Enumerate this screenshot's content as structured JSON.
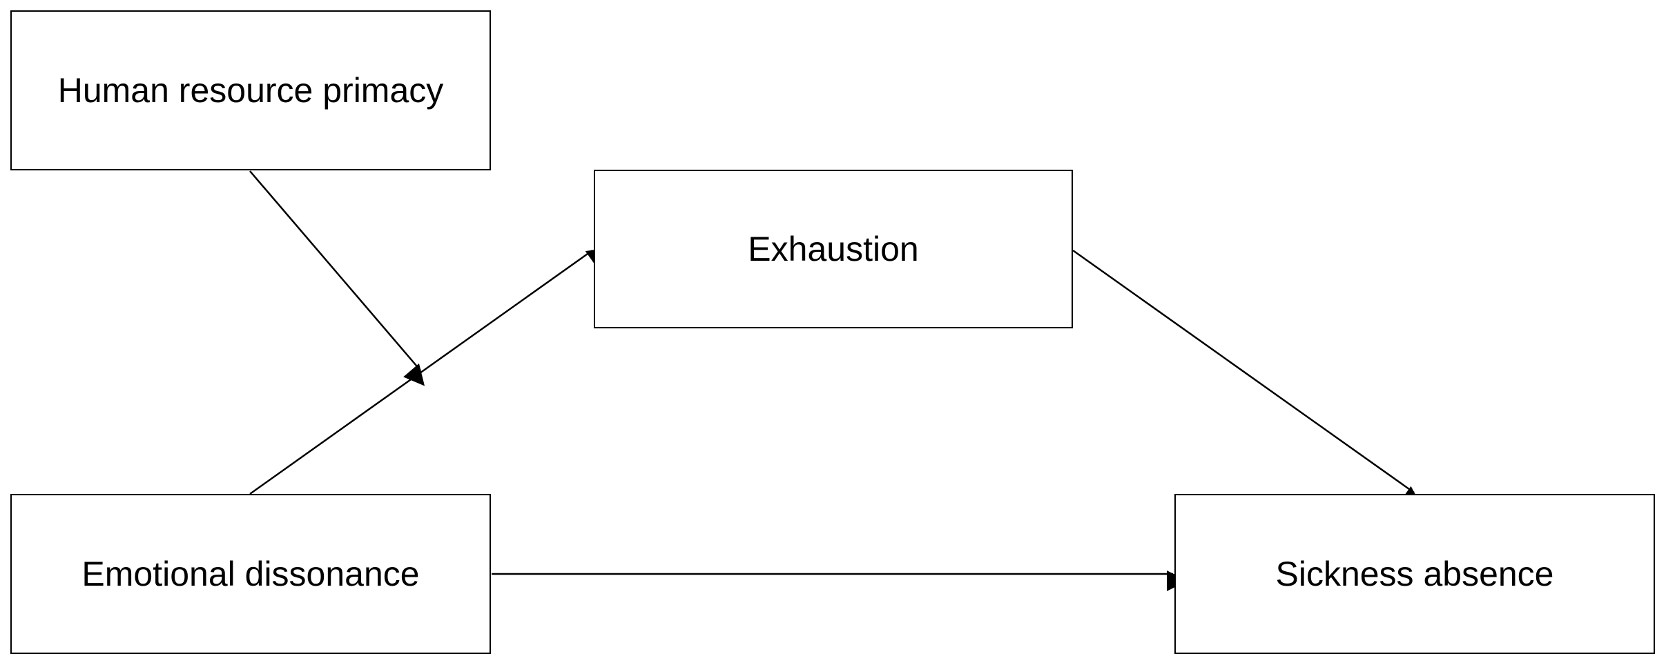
{
  "diagram": {
    "nodes": {
      "human_resource_primacy": "Human resource primacy",
      "exhaustion": "Exhaustion",
      "emotional_dissonance": "Emotional dissonance",
      "sickness_absence": "Sickness absence"
    },
    "edges": [
      {
        "from": "emotional_dissonance",
        "to": "exhaustion"
      },
      {
        "from": "exhaustion",
        "to": "sickness_absence"
      },
      {
        "from": "emotional_dissonance",
        "to": "sickness_absence"
      },
      {
        "from": "human_resource_primacy",
        "to": "emotional_dissonance->exhaustion",
        "kind": "moderation"
      }
    ],
    "colors": {
      "line": "#000000",
      "box_border": "#000000",
      "text": "#000000",
      "background": "#ffffff"
    }
  }
}
